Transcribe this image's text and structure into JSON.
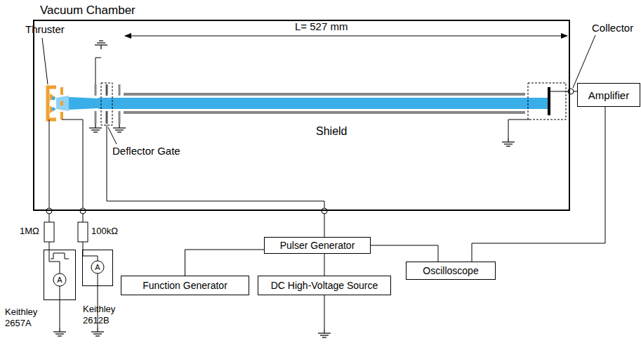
{
  "diagram": {
    "title": "Vacuum Chamber",
    "nodes": [
      {
        "text": [
          "Vacuum Chamber"
        ]
      },
      {
        "text": [
          "Amplifier"
        ]
      },
      {
        "text": [
          "Pulser Generator"
        ]
      },
      {
        "text": [
          "Function Generator"
        ]
      },
      {
        "text": [
          "DC High-Voltage Source"
        ]
      },
      {
        "text": [
          "Oscilloscope"
        ]
      },
      {
        "text": [
          "Keithley 2657A"
        ]
      },
      {
        "text": [
          "Keithley 2612B"
        ]
      }
    ],
    "edges": [
      {
        "from": 2,
        "to": 3,
        "arrow": "none"
      },
      {
        "from": 2,
        "to": 4,
        "arrow": "none"
      },
      {
        "from": 2,
        "to": 5,
        "arrow": "none"
      },
      {
        "from": 1,
        "to": 5,
        "arrow": "none"
      }
    ],
    "labels": [
      "Thruster",
      "L= 527 mm",
      "Shield",
      "Deflector Gate",
      "Collector",
      "1MΩ",
      "100kΩ",
      "A",
      "A"
    ]
  }
}
